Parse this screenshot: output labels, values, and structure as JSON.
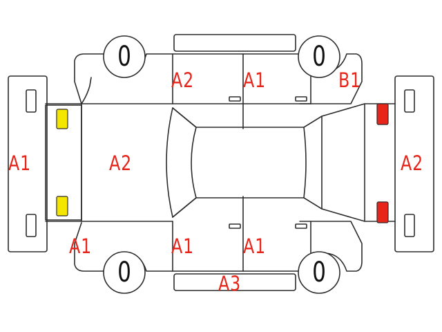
{
  "colors": {
    "outline": "#2b2b2b",
    "damage_label": "#e8251a",
    "front_lamp": "#f5e600",
    "rear_lamp": "#e8251a"
  },
  "wheels": [
    {
      "id": "front-left",
      "tread": "0"
    },
    {
      "id": "rear-left",
      "tread": "0"
    },
    {
      "id": "front-right",
      "tread": "0"
    },
    {
      "id": "rear-right",
      "tread": "0"
    }
  ],
  "damage_marks": [
    {
      "id": "front-bumper",
      "code": "A1"
    },
    {
      "id": "hood",
      "code": "A2"
    },
    {
      "id": "front-left-fender",
      "code": "A1"
    },
    {
      "id": "front-left-door",
      "code": "A1"
    },
    {
      "id": "rear-left-door",
      "code": "A1"
    },
    {
      "id": "left-rocker",
      "code": "A3"
    },
    {
      "id": "front-right-door",
      "code": "A2"
    },
    {
      "id": "rear-right-door",
      "code": "A1"
    },
    {
      "id": "rear-right-fender",
      "code": "B1"
    },
    {
      "id": "rear-bumper",
      "code": "A2"
    }
  ]
}
